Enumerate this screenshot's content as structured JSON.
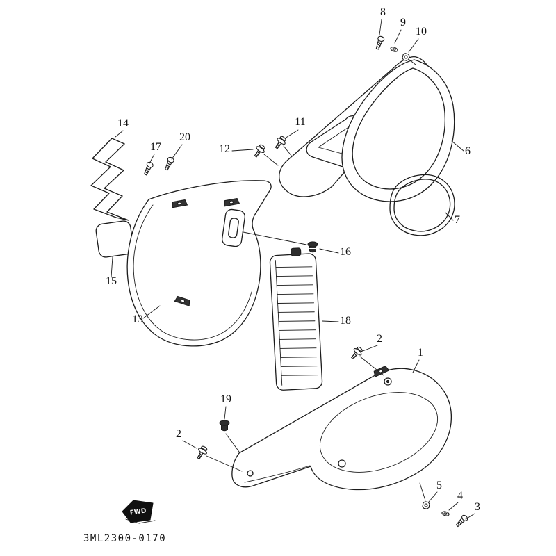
{
  "diagram": {
    "code": "3ML2300-0170",
    "fwd_label": "FWD",
    "callouts": [
      {
        "label": "8"
      },
      {
        "label": "9"
      },
      {
        "label": "10"
      },
      {
        "label": "11"
      },
      {
        "label": "12"
      },
      {
        "label": "6"
      },
      {
        "label": "14"
      },
      {
        "label": "17"
      },
      {
        "label": "20"
      },
      {
        "label": "7"
      },
      {
        "label": "16"
      },
      {
        "label": "15"
      },
      {
        "label": "13"
      },
      {
        "label": "18"
      },
      {
        "label": "2"
      },
      {
        "label": "1"
      },
      {
        "label": "19"
      },
      {
        "label": "2"
      },
      {
        "label": "5"
      },
      {
        "label": "4"
      },
      {
        "label": "3"
      }
    ]
  }
}
